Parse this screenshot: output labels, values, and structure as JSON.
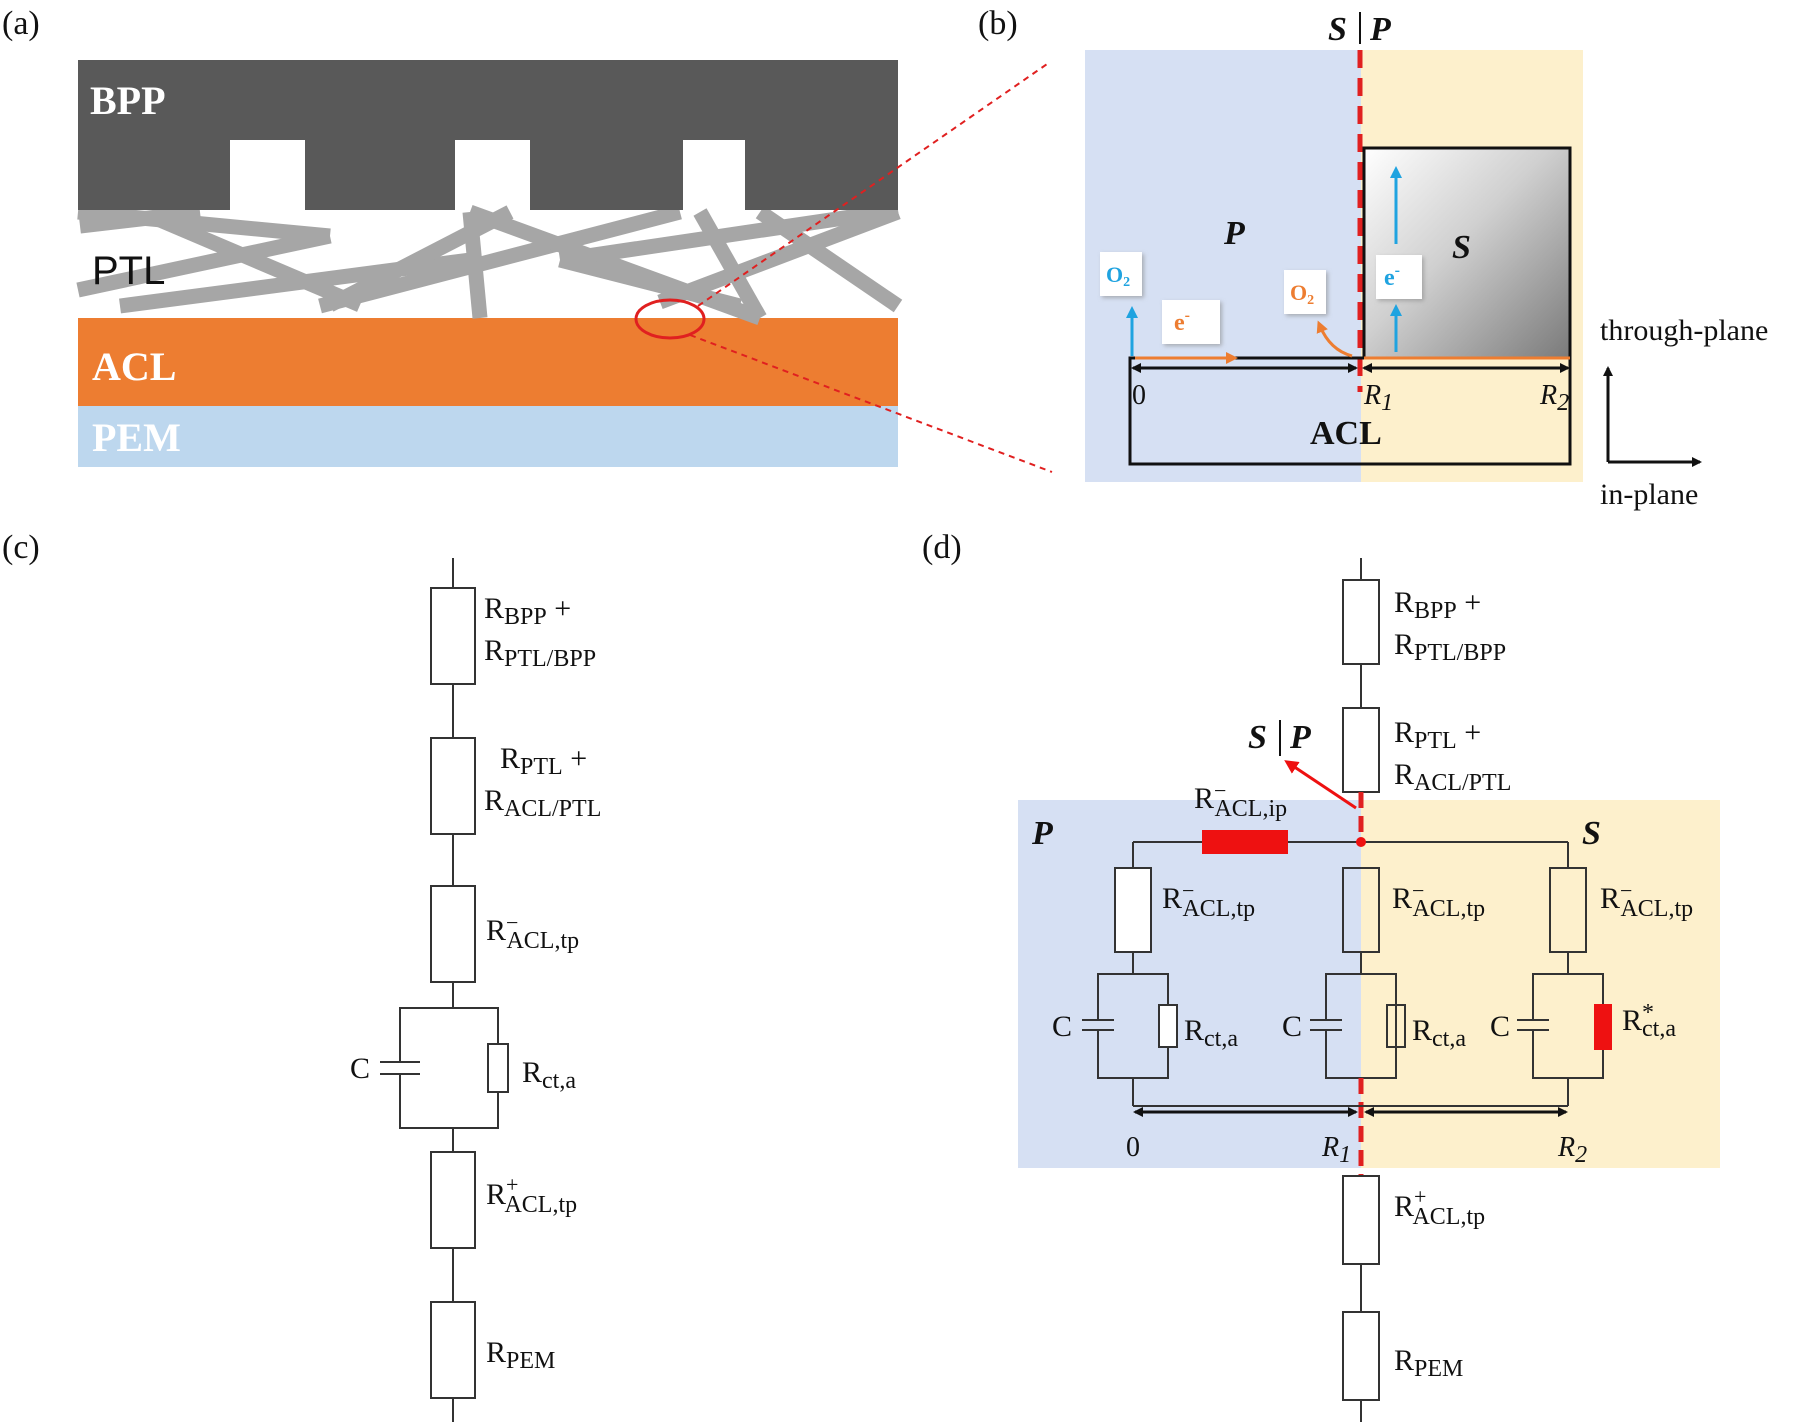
{
  "panels": {
    "a": {
      "label": "(a)",
      "layers": {
        "bpp": "BPP",
        "ptl": "PTL",
        "acl": "ACL",
        "pem": "PEM"
      },
      "colors": {
        "bpp": "#595959",
        "fibers": "#a6a6a6",
        "acl": "#ed7d31",
        "pem": "#bdd7ee",
        "highlight": "#e02020"
      }
    },
    "b": {
      "label": "(b)",
      "interface_S": "S",
      "interface_P": "P",
      "region_P": "P",
      "region_S": "S",
      "o2_left": "O2",
      "o2_mid": "O2",
      "e_left": "e-",
      "e_right": "e-",
      "pos_0": "0",
      "pos_R1": "R1",
      "pos_R2": "R2",
      "acl": "ACL",
      "through_plane": "through-plane",
      "in_plane": "in-plane",
      "colors": {
        "P_region": "#d6e0f3",
        "S_region": "#fdf0cc",
        "o2_blue": "#1fa3e0",
        "o2_orange": "#ed7d31",
        "dash": "#e02020"
      }
    },
    "c": {
      "label": "(c)",
      "resistors": [
        {
          "lines": [
            "RBPP +",
            "RPTL/BPP"
          ]
        },
        {
          "lines": [
            "RPTL +",
            "RACL/PTL"
          ]
        },
        {
          "lines": [
            "R−ACL,tp"
          ]
        },
        {
          "lines": [
            "R+ACL,tp"
          ]
        },
        {
          "lines": [
            "RPEM"
          ]
        }
      ],
      "capacitor": "C",
      "rct": "Rct,a"
    },
    "d": {
      "label": "(d)",
      "top_resistors": [
        {
          "lines": [
            "RBPP +",
            "RPTL/BPP"
          ]
        },
        {
          "lines": [
            "RPTL +",
            "RACL/PTL"
          ]
        }
      ],
      "interface_S": "S",
      "interface_P": "P",
      "region_P": "P",
      "region_S": "S",
      "r_acl_ip": "R−ACL,ip",
      "r_acl_tp": "R−ACL,tp",
      "capacitor": "C",
      "rct": "Rct,a",
      "rct_star": "R*ct,a",
      "pos_0": "0",
      "pos_R1": "R1",
      "pos_R2": "R2",
      "bottom_resistors": [
        {
          "lines": [
            "R+ACL,tp"
          ]
        },
        {
          "lines": [
            "RPEM"
          ]
        }
      ],
      "colors": {
        "red_element": "#ee1111"
      }
    }
  }
}
